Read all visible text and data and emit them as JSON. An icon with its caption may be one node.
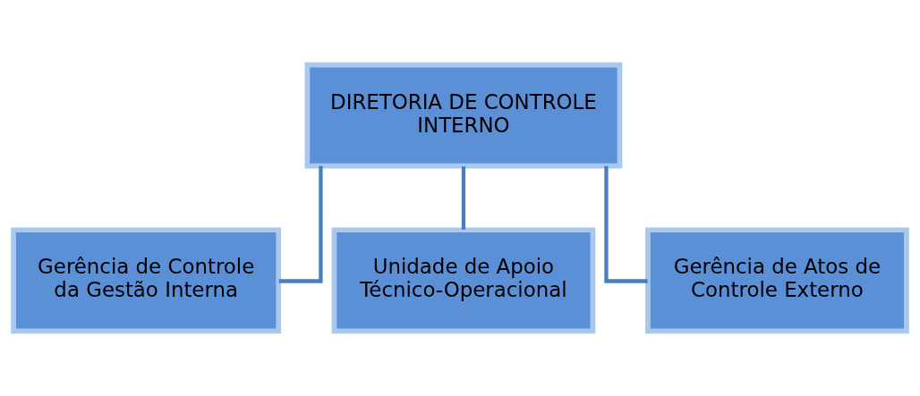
{
  "diagram": {
    "nodes": [
      {
        "text": [
          "DIRETORIA DE CONTROLE INTERNO"
        ]
      },
      {
        "text": [
          "Gerência de Controle da Gestão Interna"
        ]
      },
      {
        "text": [
          "Unidade de Apoio Técnico-Operacional"
        ]
      },
      {
        "text": [
          "Gerência de Atos de Controle Externo"
        ]
      }
    ],
    "edges": [
      {
        "from": 0,
        "to": 1,
        "arrow": "none"
      },
      {
        "from": 0,
        "to": 2,
        "arrow": "none"
      },
      {
        "from": 0,
        "to": 3,
        "arrow": "none"
      }
    ]
  }
}
